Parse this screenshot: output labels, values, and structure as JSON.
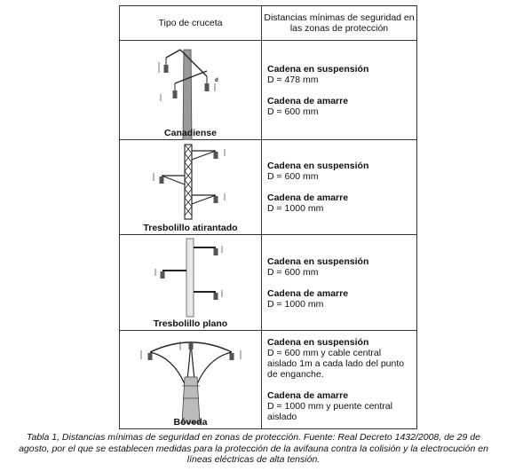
{
  "header": {
    "col1": "Tipo de cruceta",
    "col2": "Distancias mínimas de seguridad en las zonas de protección"
  },
  "rows": [
    {
      "name": "Canadiense",
      "s1_title": "Cadena en suspensión",
      "s1_text": "D = 478 mm",
      "s2_title": "Cadena de amarre",
      "s2_text": "D = 600 mm"
    },
    {
      "name": "Tresbolillo atirantado",
      "s1_title": "Cadena en suspensión",
      "s1_text": "D = 600 mm",
      "s2_title": "Cadena de amarre",
      "s2_text": "D = 1000 mm"
    },
    {
      "name": "Tresbolillo plano",
      "s1_title": "Cadena en suspensión",
      "s1_text": "D = 600 mm",
      "s2_title": "Cadena de amarre",
      "s2_text": "D = 1000 mm"
    },
    {
      "name": "Bóveda",
      "s1_title": "Cadena en suspensión",
      "s1_text": "D = 600 mm y cable central aislado 1m a cada lado del punto de enganche.",
      "s2_title": "Cadena de amarre",
      "s2_text": "D = 1000 mm y puente central aislado"
    }
  ],
  "figure_marks": {
    "distance_label": "d"
  },
  "caption": "Tabla 1, Distancias mínimas de seguridad en zonas de protección. Fuente: Real Decreto 1432/2008, de 29 de agosto, por el que se establecen medidas para la protección de la avifauna contra la colisión y la electrocución en líneas eléctricas de alta tensión."
}
